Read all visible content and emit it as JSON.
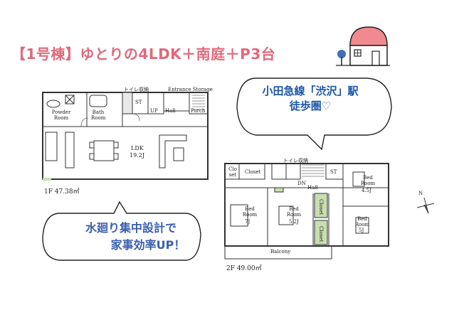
{
  "headline": "【1号棟】ゆとりの4LDK＋南庭＋P3台",
  "bubble_top": {
    "line1": "小田急線「渋沢」駅",
    "line2": "徒歩圏♡"
  },
  "bubble_bottom": {
    "line1": "水廻り集中設計で",
    "line2": "家事効率UP！"
  },
  "floor1": {
    "area_label": "1F 47.38㎡",
    "rooms": {
      "toilet_storage": "トイレ収納",
      "entrance_storage": "Entrance Storage",
      "powder_room": "Powder Room",
      "bath_room": "Bath Room",
      "storage_st": "ST",
      "up": "UP",
      "hall": "Hall",
      "porch": "Porch",
      "ldk": "LDK",
      "ldk_size": "19.2J"
    }
  },
  "floor2": {
    "area_label": "2F 49.00㎡",
    "rooms": {
      "toilet_storage": "トイレ収納",
      "closet_small": "Clo set",
      "closet": "Closet",
      "storage_st": "ST",
      "dn": "DN",
      "hall": "Hall",
      "bed1": "Bed Room",
      "bed1_size": "7J",
      "bed2": "Bed Room",
      "bed2_size": "5.2J",
      "bed3": "Bed Room",
      "bed3_size": "4.5J",
      "bed4": "Bed Room",
      "bed4_size": "5J",
      "closet_v1": "Closet",
      "closet_v2": "Closet",
      "balcony": "Balcony"
    }
  },
  "compass": "N",
  "colors": {
    "headline": "#e0697a",
    "bubble_text": "#1c56a8",
    "roof": "#f08a8e",
    "plan_green": "#c9dfb0"
  }
}
